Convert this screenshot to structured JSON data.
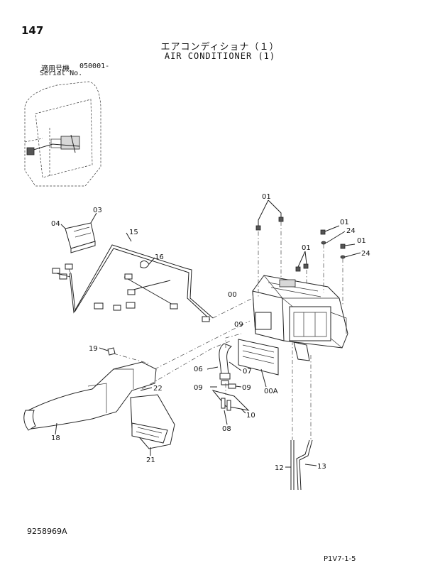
{
  "page": {
    "number": "147",
    "title_jp": "エアコンディショナ（１）",
    "title_en": "AIR CONDITIONER (1)",
    "serial_label_jp": "適用号機",
    "serial_value": "050001-",
    "serial_label_en": "Serial No.",
    "doc_number": "9258969A",
    "page_code": "P1V7-1-5"
  },
  "callouts": {
    "c01a": "01",
    "c01b": "01",
    "c01c": "01",
    "c01d": "01",
    "c24a": "24",
    "c24b": "24",
    "c00": "00",
    "c00A": "00A",
    "c03": "03",
    "c04": "04",
    "c06": "06",
    "c07": "07",
    "c08": "08",
    "c09a": "09",
    "c09b": "09",
    "c09c": "09",
    "c10": "10",
    "c12": "12",
    "c13": "13",
    "c15": "15",
    "c16": "16",
    "c18": "18",
    "c19": "19",
    "c21": "21",
    "c22": "22"
  }
}
